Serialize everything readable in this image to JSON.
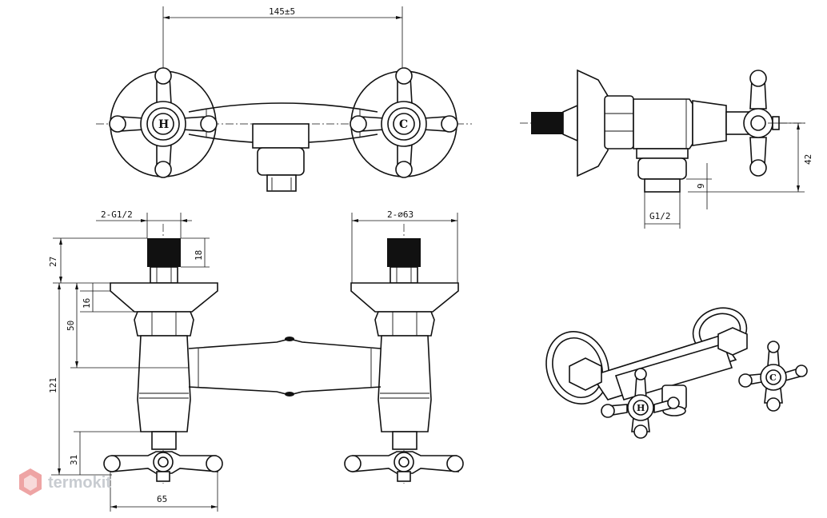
{
  "dimensions": {
    "center_distance": "145±5",
    "thread_label_front": "2-G1/2",
    "flange_diameter": "2-∅63",
    "thread_height": "18",
    "top_offset": "27",
    "flange_thickness": "16",
    "nut_height": "50",
    "total_height": "121",
    "handle_height": "31",
    "handle_width": "65",
    "side_height": "42",
    "outlet_height": "9",
    "outlet_thread": "G1/2"
  },
  "handles": {
    "hot_letter": "H",
    "cold_letter": "C"
  },
  "watermark": {
    "brand": "termokit",
    "logo_color": "#e05a5a",
    "text_color": "#c8ccd1"
  }
}
